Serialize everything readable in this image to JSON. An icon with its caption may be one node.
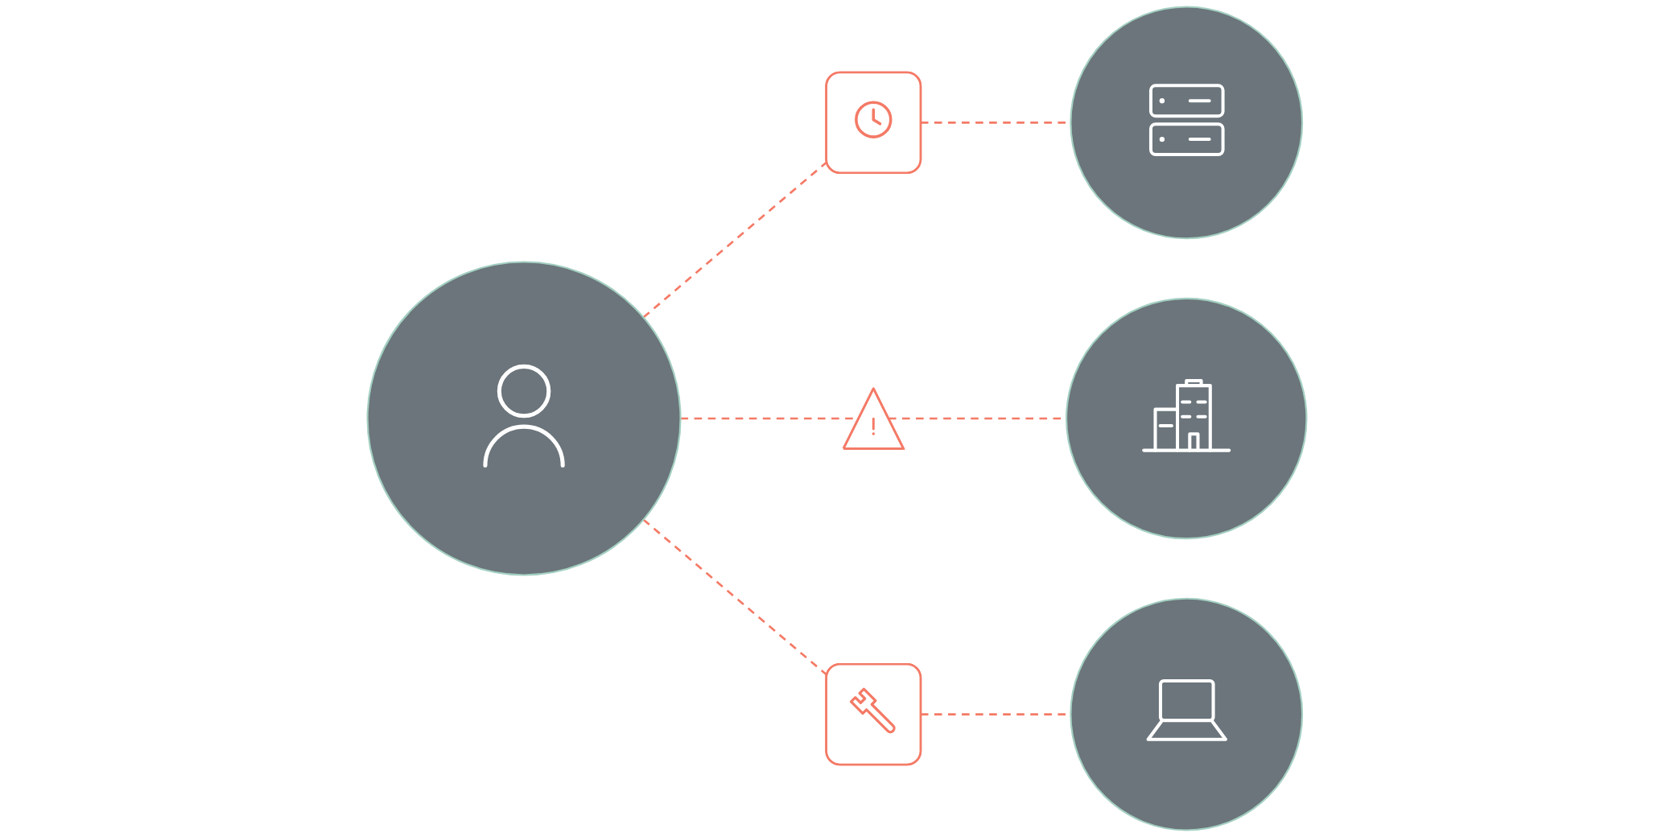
{
  "diagram": {
    "nodes": [
      {
        "text": [],
        "shape": "circle"
      },
      {
        "text": [],
        "shape": "box"
      },
      {
        "text": [],
        "shape": "circle"
      },
      {
        "text": [],
        "shape": "triangle"
      },
      {
        "text": [],
        "shape": "circle"
      },
      {
        "text": [],
        "shape": "box"
      },
      {
        "text": [],
        "shape": "circle"
      }
    ],
    "edges": [
      {
        "from": 0,
        "to": 1,
        "arrow": "none",
        "style": "dashed"
      },
      {
        "from": 1,
        "to": 2,
        "arrow": "none",
        "style": "dashed"
      },
      {
        "from": 0,
        "to": 3,
        "arrow": "none",
        "style": "dashed"
      },
      {
        "from": 3,
        "to": 4,
        "arrow": "none",
        "style": "dashed"
      },
      {
        "from": 0,
        "to": 5,
        "arrow": "none",
        "style": "dashed"
      },
      {
        "from": 5,
        "to": 6,
        "arrow": "none",
        "style": "dashed"
      }
    ]
  }
}
